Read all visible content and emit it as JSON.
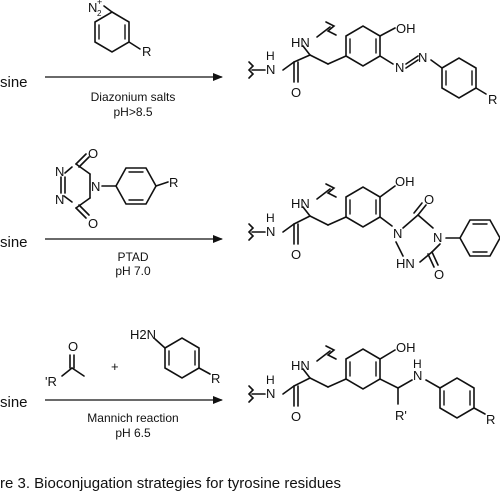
{
  "reactions": [
    {
      "substrate_label": "sine",
      "reagent_line_1": "Diazonium salts",
      "reagent_line_2": "pH>8.5",
      "reagent_atoms": [
        "N",
        "2",
        "+",
        "R"
      ],
      "product_atoms": [
        "HN",
        "OH",
        "N",
        "H",
        "O",
        "N",
        "N",
        "R"
      ]
    },
    {
      "substrate_label": "sine",
      "reagent_line_1": "PTAD",
      "reagent_line_2": "pH 7.0",
      "reagent_atoms": [
        "O",
        "N",
        "N",
        "N",
        "O",
        "R"
      ],
      "product_atoms": [
        "HN",
        "OH",
        "N",
        "H",
        "O",
        "O",
        "N",
        "N",
        "HN",
        "O"
      ]
    },
    {
      "substrate_label": "sine",
      "reagent_line_1": "Mannich reaction",
      "reagent_line_2": "pH 6.5",
      "reagent_atoms": [
        "O",
        "'R",
        "+",
        "H2N",
        "R"
      ],
      "product_atoms": [
        "HN",
        "OH",
        "N",
        "H",
        "O",
        "H",
        "N",
        "R'",
        "R"
      ]
    }
  ],
  "caption": "re 3. Bioconjugation strategies for tyrosine residues"
}
